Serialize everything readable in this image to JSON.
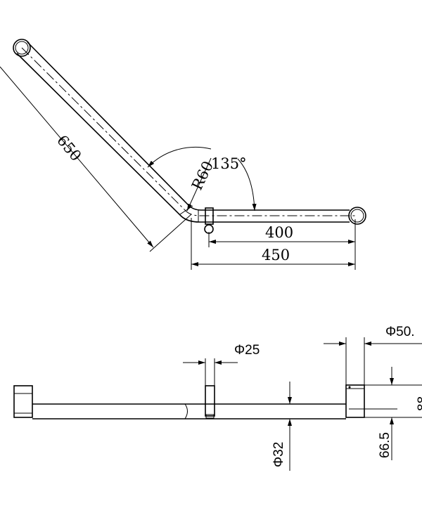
{
  "top_view": {
    "length_diagonal": "650",
    "radius": "R60",
    "angle": "135°",
    "length_inner": "400",
    "length_overall": "450"
  },
  "side_view": {
    "collar_diameter": "Φ25",
    "flange_diameter": "Φ50.",
    "tube_diameter": "Φ32",
    "flange_offset": "66.5",
    "flange_height": "88"
  }
}
